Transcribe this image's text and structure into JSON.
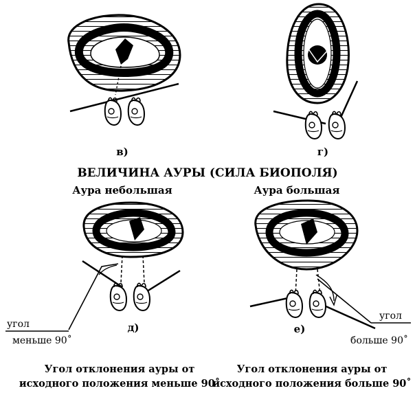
{
  "panels": {
    "v": {
      "label": "в)"
    },
    "g": {
      "label": "г)"
    },
    "d": {
      "label": "д)",
      "angle_word": "угол",
      "angle_value": "меньше 90˚"
    },
    "e": {
      "label": "е)",
      "angle_word": "угол",
      "angle_value": "больше 90˚"
    }
  },
  "heading": "ВЕЛИЧИНА АУРЫ (СИЛА БИОПОЛЯ)",
  "subheading_left": "Аура небольшая",
  "subheading_right": "Аура большая",
  "caption_left_1": "Угол отклонения ауры от",
  "caption_left_2": "исходного положения меньше 90˚",
  "caption_right_1": "Угол отклонения ауры от",
  "caption_right_2": "исходного положения больше 90˚",
  "colors": {
    "ink": "#000000",
    "paper": "#ffffff"
  }
}
